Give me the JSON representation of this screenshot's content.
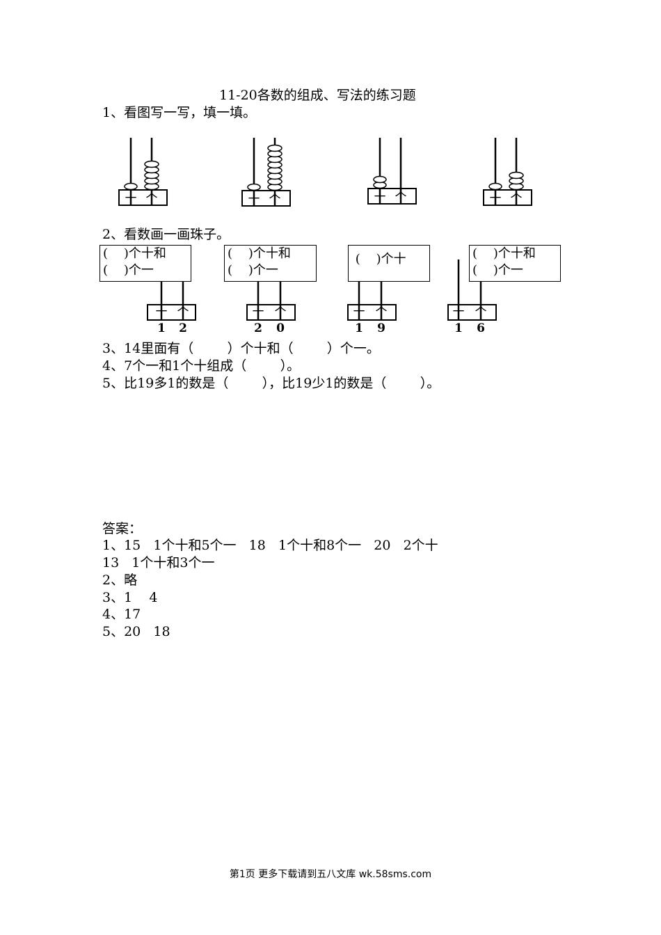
{
  "title": "11-20各数的组成、写法的练习题",
  "q1": {
    "label": "1、看图写一写，填一填。",
    "abacuses": [
      {
        "tens": 1,
        "ones": 5
      },
      {
        "tens": 1,
        "ones": 8
      },
      {
        "tens": 2,
        "ones": 0
      },
      {
        "tens": 1,
        "ones": 3
      }
    ],
    "ten_label": "十",
    "one_label": "个"
  },
  "q2": {
    "label": "2、看数画一画珠子。",
    "boxes": [
      {
        "line1": "(    )个十和",
        "line2": "(    )个一"
      },
      {
        "line1": "(    )个十和",
        "line2": "(    )个一"
      },
      {
        "line1": " (    )个十",
        "line2": ""
      },
      {
        "line1": "(    )个十和",
        "line2": "(    )个一"
      }
    ],
    "numbers": [
      [
        "1",
        "2"
      ],
      [
        "2",
        "0"
      ],
      [
        "1",
        "9"
      ],
      [
        "1",
        "6"
      ]
    ],
    "ten_label": "十",
    "one_label": "个"
  },
  "q3": "3、14里面有（        ）个十和（        ）个一。",
  "q4": "4、7个一和1个十组成（        ）。",
  "q5": "5、比19多1的数是（        ），比19少1的数是（        ）。",
  "answers": {
    "heading": "答案：",
    "lines": [
      "1、15   1个十和5个一   18   1个十和8个一   20   2个十",
      "13   1个十和3个一",
      "2、略",
      "3、1    4",
      "4、17",
      "5、20   18"
    ]
  },
  "footer": "第1页 更多下载请到五八文库 wk.58sms.com"
}
